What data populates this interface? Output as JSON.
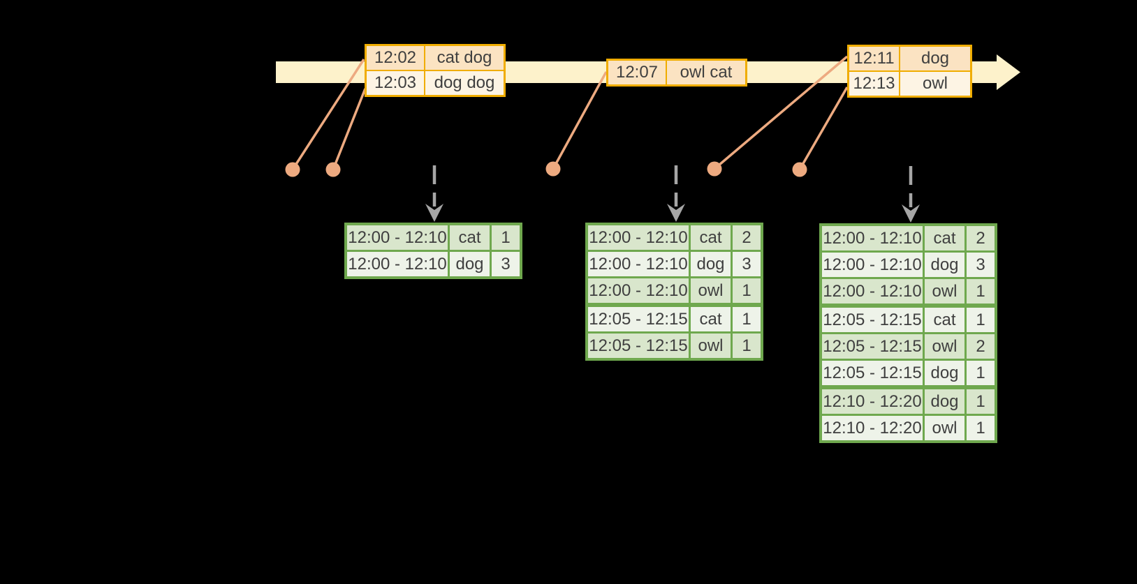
{
  "palette": {
    "background": "#000000",
    "timeline_band": "#fdf2cb",
    "event_border": "#f0ad00",
    "event_row_dark": "#fbe3c2",
    "event_row_light": "#fdf4e4",
    "connector_salmon": "#edaa80",
    "result_border": "#6fa84e",
    "result_row_dark": "#d9e6cc",
    "result_row_light": "#eef3e9",
    "trigger_arrow_gray": "#a6a6a6",
    "text": "#3f3f3f"
  },
  "timeline": {
    "events": [
      {
        "rows": [
          {
            "time": "12:02",
            "words": "cat dog"
          },
          {
            "time": "12:03",
            "words": "dog dog"
          }
        ]
      },
      {
        "rows": [
          {
            "time": "12:07",
            "words": "owl cat"
          }
        ]
      },
      {
        "rows": [
          {
            "time": "12:11",
            "words": "dog"
          },
          {
            "time": "12:13",
            "words": "owl"
          }
        ]
      }
    ]
  },
  "results": [
    {
      "rows": [
        {
          "window": "12:00 - 12:10",
          "word": "cat",
          "count": "1"
        },
        {
          "window": "12:00 - 12:10",
          "word": "dog",
          "count": "3"
        }
      ]
    },
    {
      "rows": [
        {
          "window": "12:00 - 12:10",
          "word": "cat",
          "count": "2"
        },
        {
          "window": "12:00 - 12:10",
          "word": "dog",
          "count": "3"
        },
        {
          "window": "12:00 - 12:10",
          "word": "owl",
          "count": "1"
        },
        {
          "window": "12:05 - 12:15",
          "word": "cat",
          "count": "1"
        },
        {
          "window": "12:05 - 12:15",
          "word": "owl",
          "count": "1"
        }
      ]
    },
    {
      "rows": [
        {
          "window": "12:00 - 12:10",
          "word": "cat",
          "count": "2"
        },
        {
          "window": "12:00 - 12:10",
          "word": "dog",
          "count": "3"
        },
        {
          "window": "12:00 - 12:10",
          "word": "owl",
          "count": "1"
        },
        {
          "window": "12:05 - 12:15",
          "word": "cat",
          "count": "1"
        },
        {
          "window": "12:05 - 12:15",
          "word": "owl",
          "count": "2"
        },
        {
          "window": "12:05 - 12:15",
          "word": "dog",
          "count": "1"
        },
        {
          "window": "12:10 - 12:20",
          "word": "dog",
          "count": "1"
        },
        {
          "window": "12:10 - 12:20",
          "word": "owl",
          "count": "1"
        }
      ]
    }
  ]
}
